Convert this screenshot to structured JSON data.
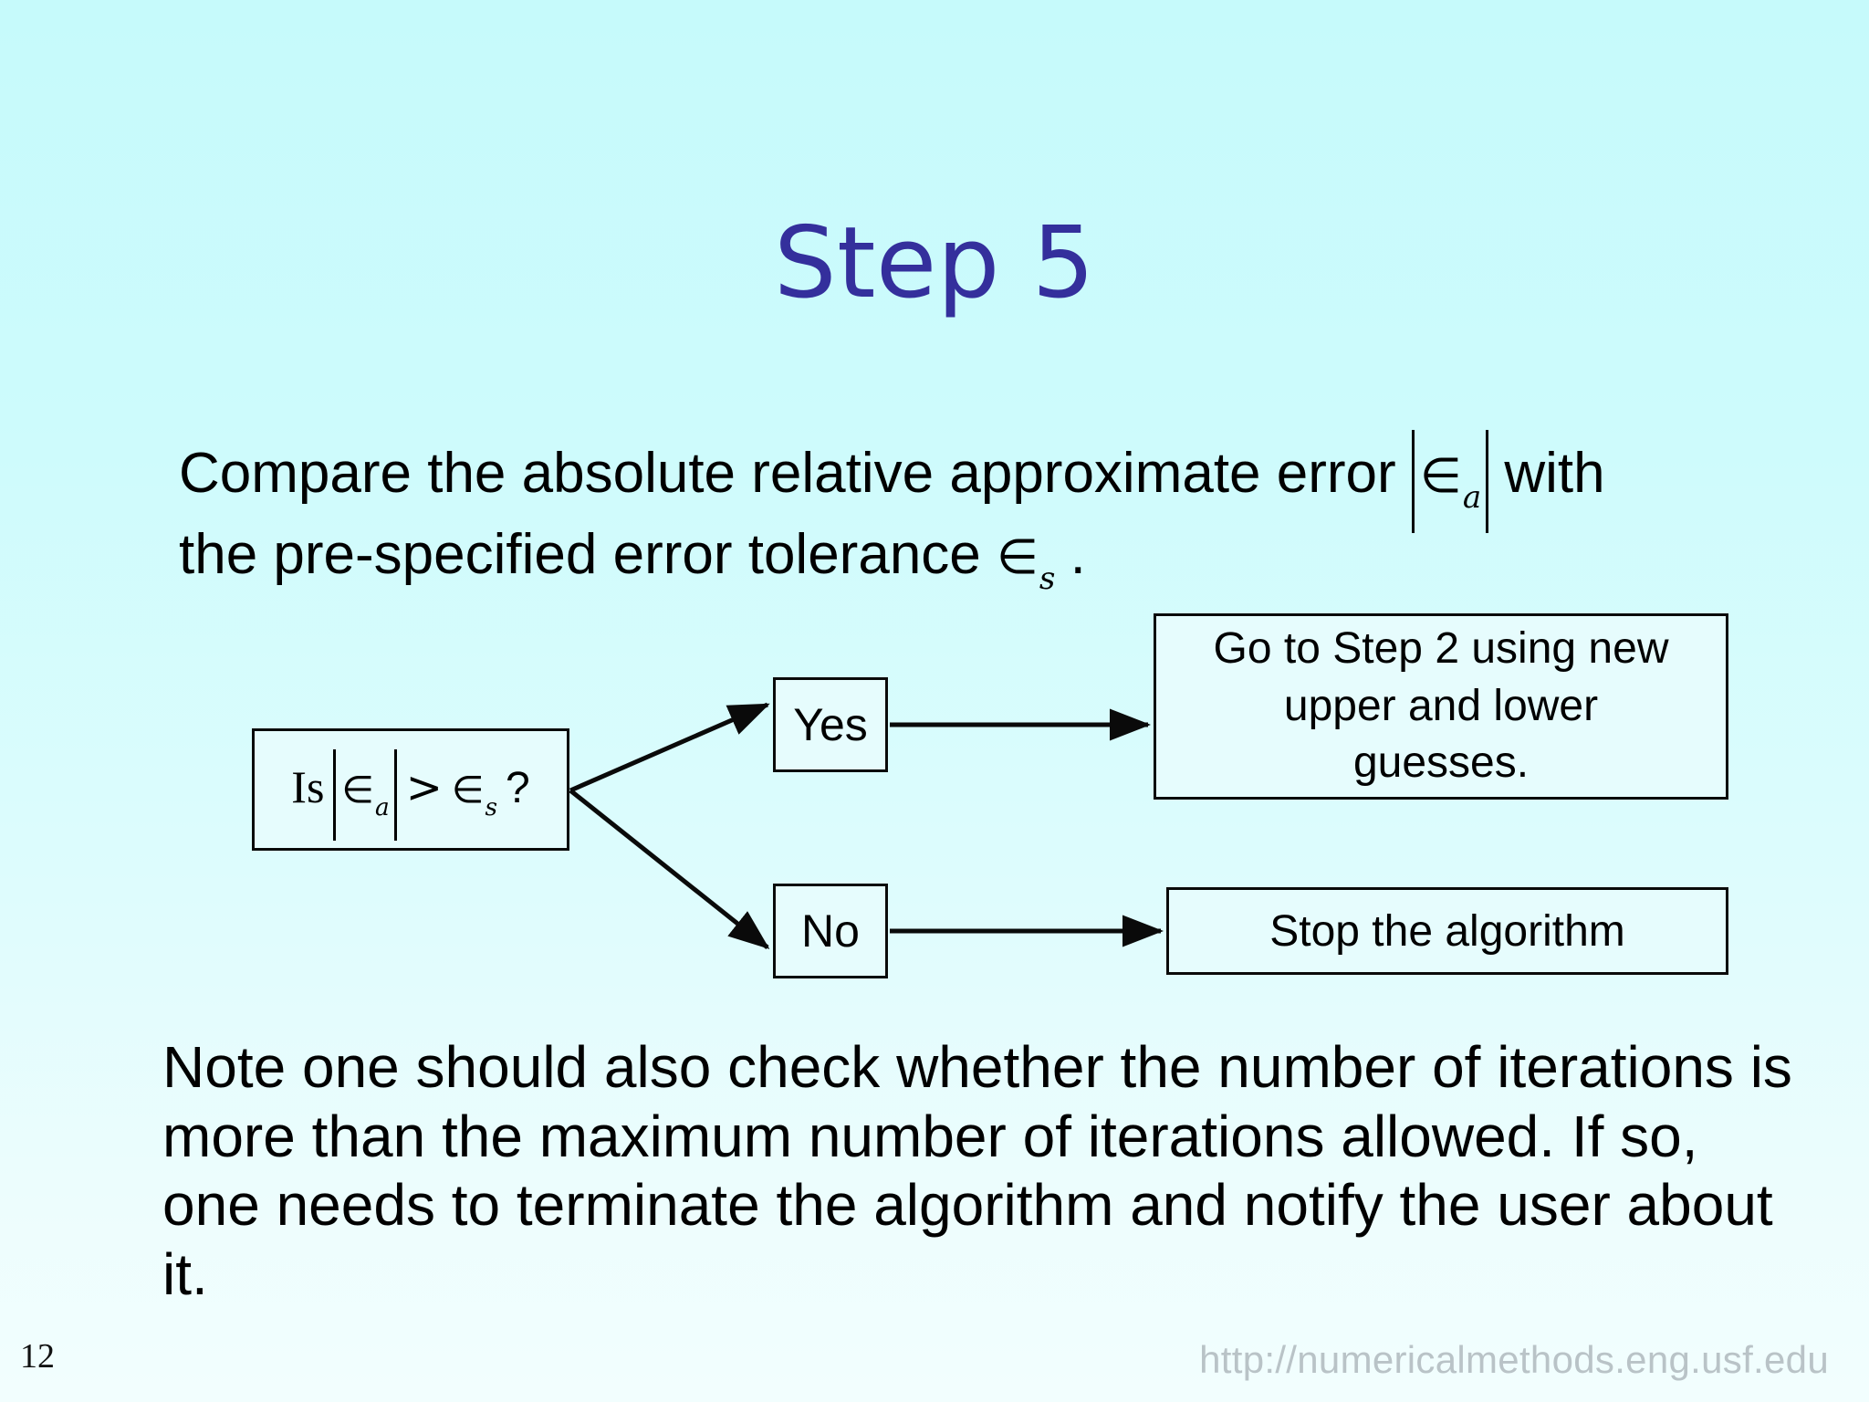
{
  "slide": {
    "title": "Step 5",
    "title_color": "#342f9c",
    "background_top_color": "#c6fafb",
    "background_bottom_color": "#f2fefe"
  },
  "paragraph_compare": {
    "line1_before_math": "Compare the absolute relative approximate error",
    "math_abs_ea": "|∈a|",
    "line1_after_math": "with",
    "line2_before_math": "the pre-specified error tolerance",
    "math_es": "∈s",
    "line2_after_math": "."
  },
  "flowchart": {
    "decision": {
      "is_word": "Is",
      "abs_ea": "|∈a|",
      "operator": ">",
      "es": "∈s",
      "question_mark": "?",
      "full_text": "Is |∈a| > ∈s ?"
    },
    "yes_label": "Yes",
    "no_label": "No",
    "goto_box": {
      "line1": "Go to Step 2 using new",
      "line2": "upper and lower",
      "line3": "guesses."
    },
    "stop_box": "Stop the algorithm",
    "box_fill_color": "#e6fcfd",
    "border_color": "#0a0a0a"
  },
  "paragraph_note": {
    "text": "Note one should also check whether the number of iterations is more than the maximum number of iterations allowed. If so, one needs to terminate the algorithm and notify the user about it."
  },
  "footer": {
    "page_number": "12",
    "url": "http://numericalmethods.eng.usf.edu",
    "url_color": "#b9c3c7"
  }
}
